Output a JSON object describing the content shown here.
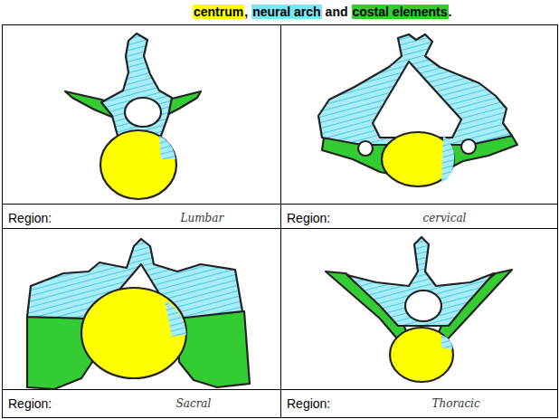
{
  "diagram": {
    "nodes": [
      {
        "text": [
          "Region:",
          "Lumbar"
        ]
      },
      {
        "text": [
          "Region:",
          "cervical"
        ]
      },
      {
        "text": [
          "Region:",
          "Sacral"
        ]
      },
      {
        "text": [
          "Region:",
          "Thoracic"
        ]
      }
    ],
    "labels": [
      ",",
      "and",
      "."
    ],
    "legend": [
      {
        "text": "centrum",
        "color": "#ffff00"
      },
      {
        "text": "neural arch",
        "color": "#7fe3f5"
      },
      {
        "text": "costal elements",
        "color": "#33cc33"
      }
    ]
  }
}
